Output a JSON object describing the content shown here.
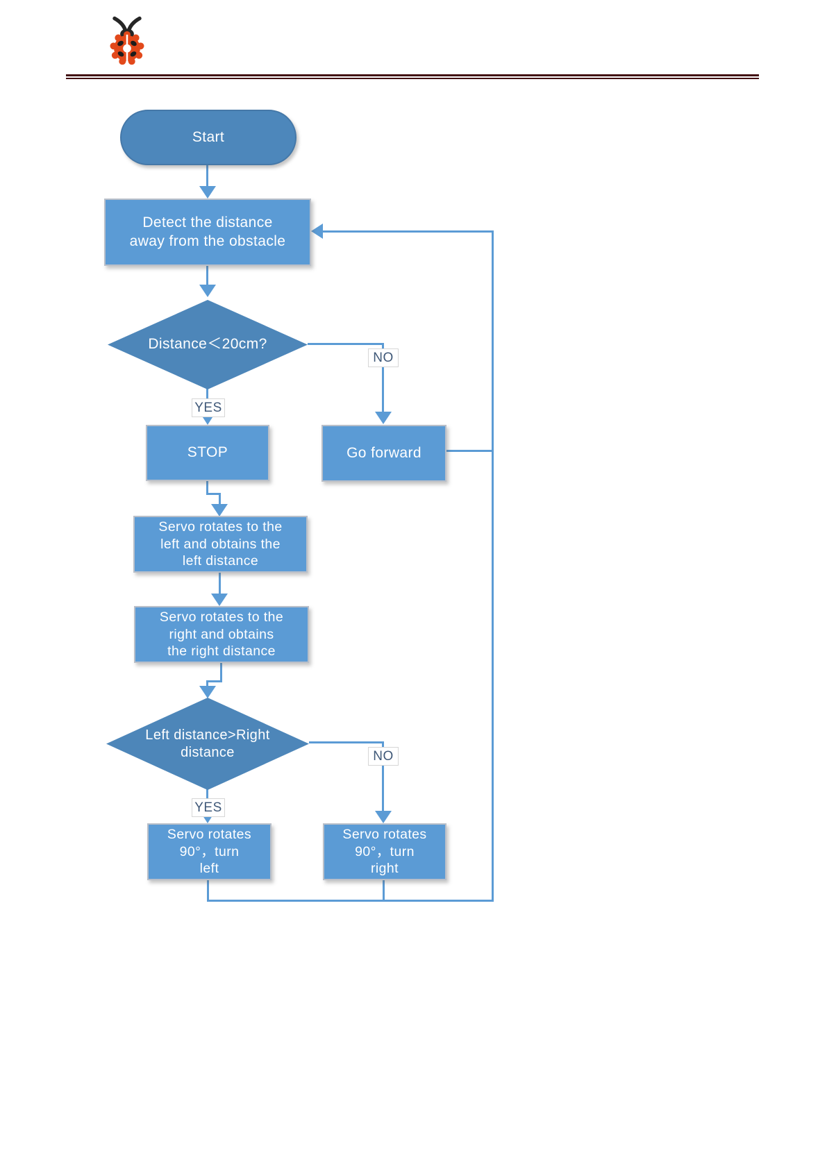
{
  "header": {
    "logo_icon": "ladybug-icon",
    "rule_color": "#431013"
  },
  "flowchart": {
    "colors": {
      "process_fill": "#5b9bd5",
      "terminator_fill": "#4d87bb",
      "decision_fill": "#4d86b9",
      "connector": "#5b9bd5",
      "shape_text": "#ffffff",
      "edge_label_text": "#3f5878",
      "logo_body": "#e2491b"
    },
    "nodes": {
      "start": {
        "label": "Start"
      },
      "detect": {
        "label": "Detect the distance\naway from the obstacle"
      },
      "decision_distance": {
        "label": "Distance＜20cm?"
      },
      "stop": {
        "label": "STOP"
      },
      "go_forward": {
        "label": "Go forward"
      },
      "servo_left": {
        "label": "Servo rotates to the\nleft and obtains the\nleft distance"
      },
      "servo_right": {
        "label": "Servo rotates to the\nright and obtains\nthe right distance"
      },
      "decision_leftright": {
        "label": "Left distance>Right\ndistance"
      },
      "turn_left": {
        "label": "Servo rotates\n90°，turn\nleft"
      },
      "turn_right": {
        "label": "Servo rotates\n90°，turn\nright"
      }
    },
    "edge_labels": {
      "yes1": "YES",
      "no1": "NO",
      "yes2": "YES",
      "no2": "NO"
    }
  }
}
